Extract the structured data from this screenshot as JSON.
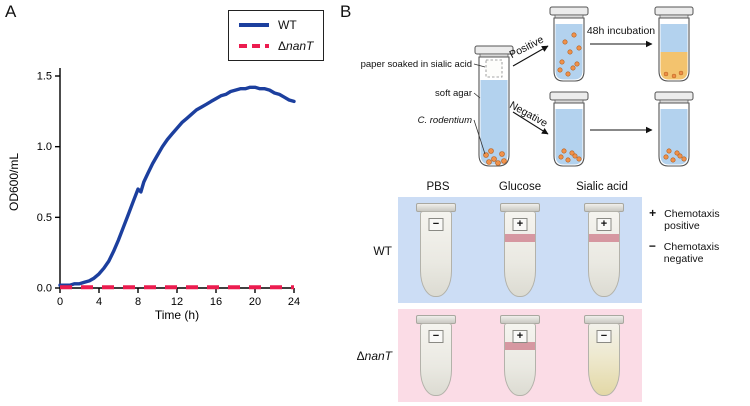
{
  "figure": {
    "panel_a": "A",
    "panel_b": "B"
  },
  "chart_data": {
    "type": "line",
    "title": "",
    "xlabel": "Time (h)",
    "ylabel": "OD600/mL",
    "xlim": [
      0,
      24
    ],
    "ylim": [
      0,
      1.5
    ],
    "xticks": [
      0,
      4,
      8,
      12,
      16,
      20,
      24
    ],
    "yticks": [
      0,
      0.5,
      1,
      1.5
    ],
    "grid": false,
    "legend_position": "top-right",
    "series": [
      {
        "name": "WT",
        "color": "#1c3f9e",
        "style": "solid",
        "x": [
          0,
          0.5,
          1,
          1.5,
          2,
          2.5,
          3,
          3.5,
          4,
          4.5,
          5,
          5.5,
          6,
          6.5,
          7,
          7.5,
          8,
          8.3,
          8.6,
          9,
          9.5,
          10,
          10.5,
          11,
          11.5,
          12,
          12.5,
          13,
          13.5,
          14,
          14.5,
          15,
          15.5,
          16,
          16.5,
          17,
          17.5,
          18,
          18.5,
          19,
          19.5,
          20,
          20.5,
          21,
          21.5,
          22,
          22.5,
          23,
          23.5,
          24
        ],
        "y": [
          0.02,
          0.02,
          0.02,
          0.03,
          0.03,
          0.04,
          0.05,
          0.07,
          0.1,
          0.14,
          0.19,
          0.26,
          0.34,
          0.43,
          0.52,
          0.61,
          0.7,
          0.68,
          0.75,
          0.81,
          0.88,
          0.94,
          1.0,
          1.05,
          1.09,
          1.13,
          1.17,
          1.2,
          1.23,
          1.26,
          1.28,
          1.3,
          1.32,
          1.34,
          1.36,
          1.37,
          1.39,
          1.4,
          1.41,
          1.41,
          1.42,
          1.42,
          1.41,
          1.41,
          1.4,
          1.38,
          1.37,
          1.35,
          1.33,
          1.32
        ]
      },
      {
        "name": "ΔnanT",
        "name_delta": "Δ",
        "name_gene": "nanT",
        "color": "#ec1c4f",
        "style": "dashed",
        "x": [
          0,
          24
        ],
        "y": [
          0.005,
          0.005
        ]
      }
    ]
  },
  "diagram": {
    "labels": {
      "paper": "paper soaked in sialic acid",
      "soft_agar": "soft agar",
      "c_rodentium": "C. rodentium",
      "positive": "Positive",
      "negative": "Negative",
      "incubation": "48h incubation"
    }
  },
  "assay": {
    "columns": [
      "PBS",
      "Glucose",
      "Sialic acid"
    ],
    "rows": [
      {
        "label": "WT",
        "bg": "#ccddf5",
        "tubes": [
          {
            "sign": "−",
            "band": false,
            "tint": "clear"
          },
          {
            "sign": "+",
            "band": true,
            "tint": "clear"
          },
          {
            "sign": "+",
            "band": true,
            "tint": "clear"
          }
        ]
      },
      {
        "label": "ΔnanT",
        "label_delta": "Δ",
        "label_gene": "nanT",
        "bg": "#fbdce6",
        "tubes": [
          {
            "sign": "−",
            "band": false,
            "tint": "clear"
          },
          {
            "sign": "+",
            "band": true,
            "tint": "clear"
          },
          {
            "sign": "−",
            "band": false,
            "tint": "yellow"
          }
        ]
      }
    ],
    "legend": [
      {
        "symbol": "+",
        "text": "Chemotaxis positive"
      },
      {
        "symbol": "−",
        "text": "Chemotaxis negative"
      }
    ]
  }
}
